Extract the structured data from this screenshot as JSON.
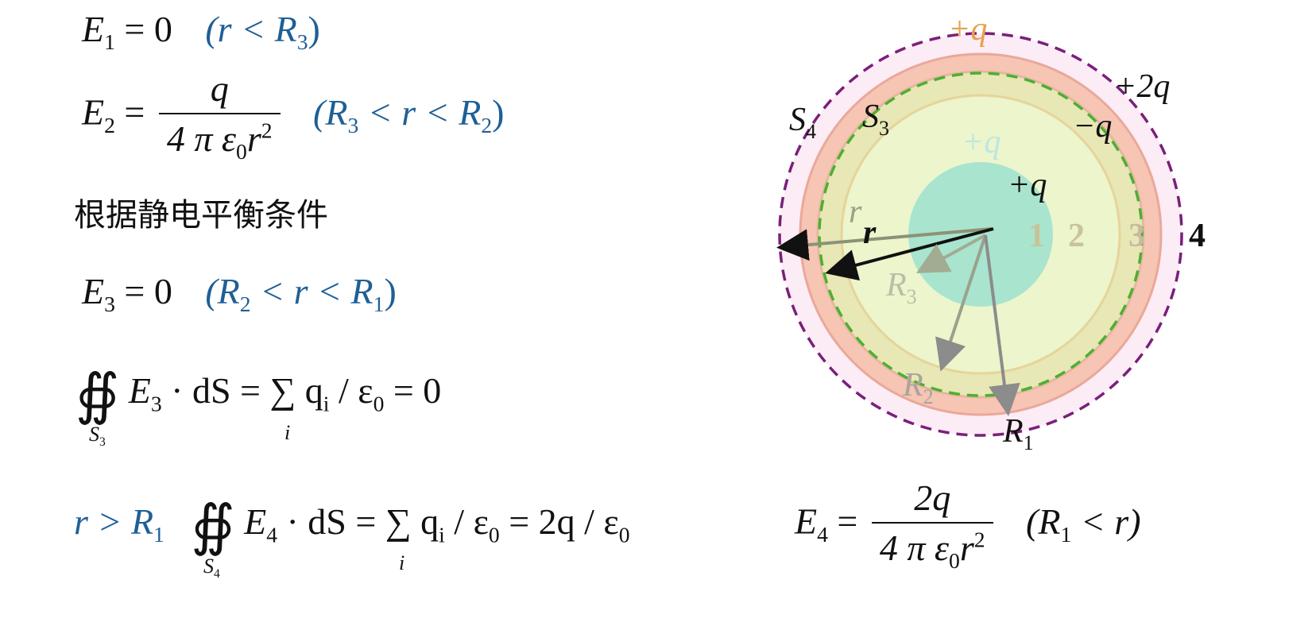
{
  "equations": {
    "e1": {
      "lhs": "E",
      "sub": "1",
      "rhs": "= 0",
      "cond": "(r < R",
      "cond_sub": "3",
      "cond_end": ")"
    },
    "e2": {
      "lhs": "E",
      "sub": "2",
      "eq": "=",
      "num": "q",
      "den": "4 π ε",
      "den_sub": "0",
      "den_tail": "r",
      "den_sup": "2",
      "cond": "(R",
      "c1": "3",
      "mid": " < r < R",
      "c2": "2",
      "cond_end": ")"
    },
    "condition_text": "根据静电平衡条件",
    "e3": {
      "lhs": "E",
      "sub": "3",
      "rhs": "= 0",
      "cond": "(R",
      "c1": "2",
      "mid": " < r < R",
      "c2": "1",
      "cond_end": ")"
    },
    "gauss3": {
      "surface": "S",
      "surface_sub": "3",
      "field": "E",
      "field_sub": "3",
      "rest": "· dS = ∑ q",
      "qi": "i",
      "over": "/ ε",
      "eps_sub": "0",
      "tail": "= 0",
      "sum_idx": "i"
    },
    "gauss4": {
      "prefix": "r > R",
      "prefix_sub": "1",
      "surface": "S",
      "surface_sub": "4",
      "field": "E",
      "field_sub": "4",
      "rest": "· dS = ∑ q",
      "qi": "i",
      "over": "/ ε",
      "eps_sub": "0",
      "tail": "= 2q / ε",
      "tail_sub": "0",
      "sum_idx": "i"
    },
    "e4": {
      "lhs": "E",
      "sub": "4",
      "eq": "=",
      "num": "2q",
      "den": "4 π ε",
      "den_sub": "0",
      "den_tail": "r",
      "den_sup": "2",
      "cond": "(R",
      "c1": "1",
      "cond_end": " < r)"
    }
  },
  "diagram": {
    "labels": {
      "top_charge": "+q",
      "outer_charge": "+2q",
      "inner_neg": "−q",
      "faded_plus": "+q",
      "core_plus": "+q",
      "s4": "S",
      "s4_sub": "4",
      "s3": "S",
      "s3_sub": "3",
      "r_faded": "r",
      "r_bold": "r",
      "region1": "1",
      "region2": "2",
      "region3": "3",
      "region4": "4",
      "R3": "R",
      "R3_sub": "3",
      "R2": "R",
      "R2_sub": "2",
      "R1": "R",
      "R1_sub": "1"
    },
    "colors": {
      "core": "#a9e4cf",
      "inner_shell": "#ecf5cc",
      "shell_band": "#e8e7b6",
      "outer_band": "#f6c5b4",
      "halo": "#fcecf6",
      "s4_dash": "#7a1f7a",
      "s3_dash": "#4caf32",
      "orange": "#e8a14a"
    }
  }
}
